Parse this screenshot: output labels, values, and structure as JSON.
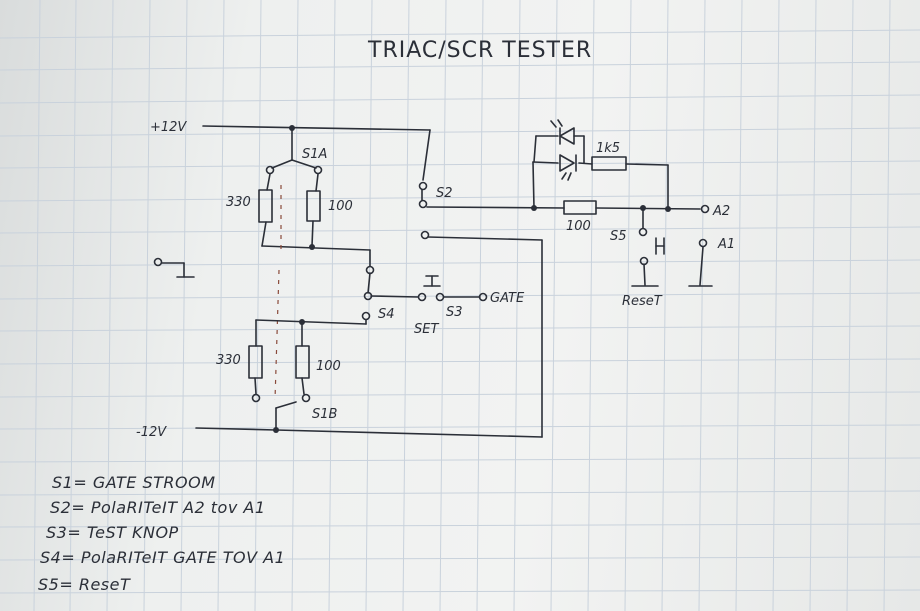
{
  "title": "TRIAC/SCR TESTER",
  "rails": {
    "pos": "+12V",
    "neg": "-12V"
  },
  "labels": {
    "s1a": "S1A",
    "s1b": "S1B",
    "s2": "S2",
    "s3": "S3",
    "s4": "S4",
    "s5": "S5",
    "r330_top": "330",
    "r100_top": "100",
    "r330_bot": "330",
    "r100_bot": "100",
    "r1k5": "1k5",
    "r100_a2": "100",
    "gate": "GATE",
    "set": "SET",
    "reset": "ReseT",
    "a2": "A2",
    "a1": "A1"
  },
  "legend": [
    "S1= GATE STROOM",
    "S2= PolaRITeIT A2 tov A1",
    "S3= TeST KNOP",
    "S4= PolaRITeIT GATE TOV A1",
    "S5= ReseT"
  ]
}
